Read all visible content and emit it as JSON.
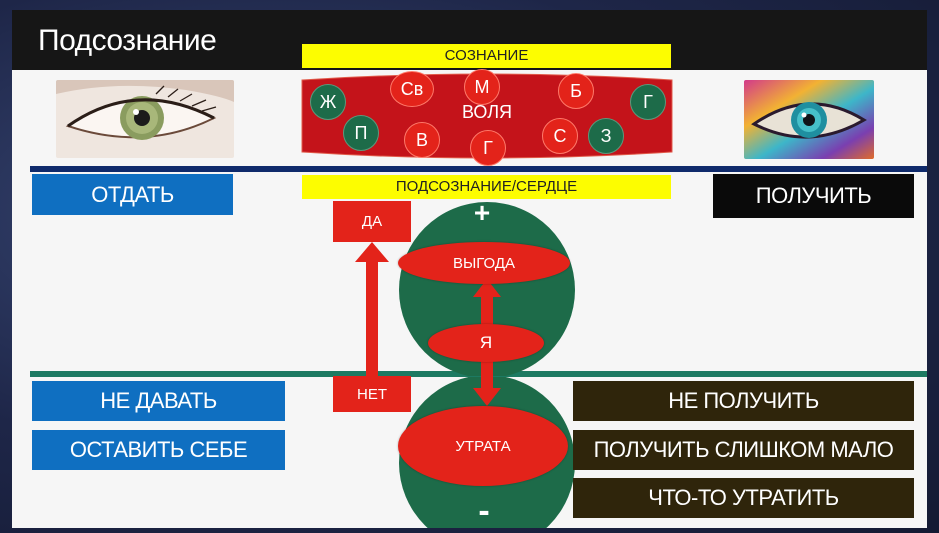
{
  "title": "Подсознание",
  "consciousness_label": "СОЗНАНИЕ",
  "will_label": "ВОЛЯ",
  "subconscious_label": "ПОДСОЗНАНИЕ/СЕРДЦЕ",
  "will_nodes": {
    "zh": "Ж",
    "p": "П",
    "sv": "Св",
    "v": "В",
    "m": "М",
    "g_center": "Г",
    "b": "Б",
    "s": "С",
    "z": "З",
    "g_right": "Г"
  },
  "left_top": "ОТДАТЬ",
  "right_top": "ПОЛУЧИТЬ",
  "yes_label": "ДА",
  "no_label": "НЕТ",
  "plus_sign": "+",
  "minus_sign": "-",
  "benefit_label": "ВЫГОДА",
  "self_label": "Я",
  "loss_label": "УТРАТА",
  "left_bottom": [
    "НЕ ДАВАТЬ",
    "ОСТАВИТЬ СЕБЕ"
  ],
  "right_bottom": [
    "НЕ ПОЛУЧИТЬ",
    "ПОЛУЧИТЬ СЛИШКОМ МАЛО",
    "ЧТО-ТО УТРАТИТЬ"
  ],
  "colors": {
    "red": "#e3231a",
    "green": "#1d6b49",
    "teal": "#1d7a62",
    "blue": "#0f6fc1",
    "navy": "#0f2a6b",
    "yellow": "#fdfd00",
    "brown": "#2f250b"
  },
  "images": {
    "left": "green-eye-photo",
    "right": "painted-eye-artwork"
  }
}
